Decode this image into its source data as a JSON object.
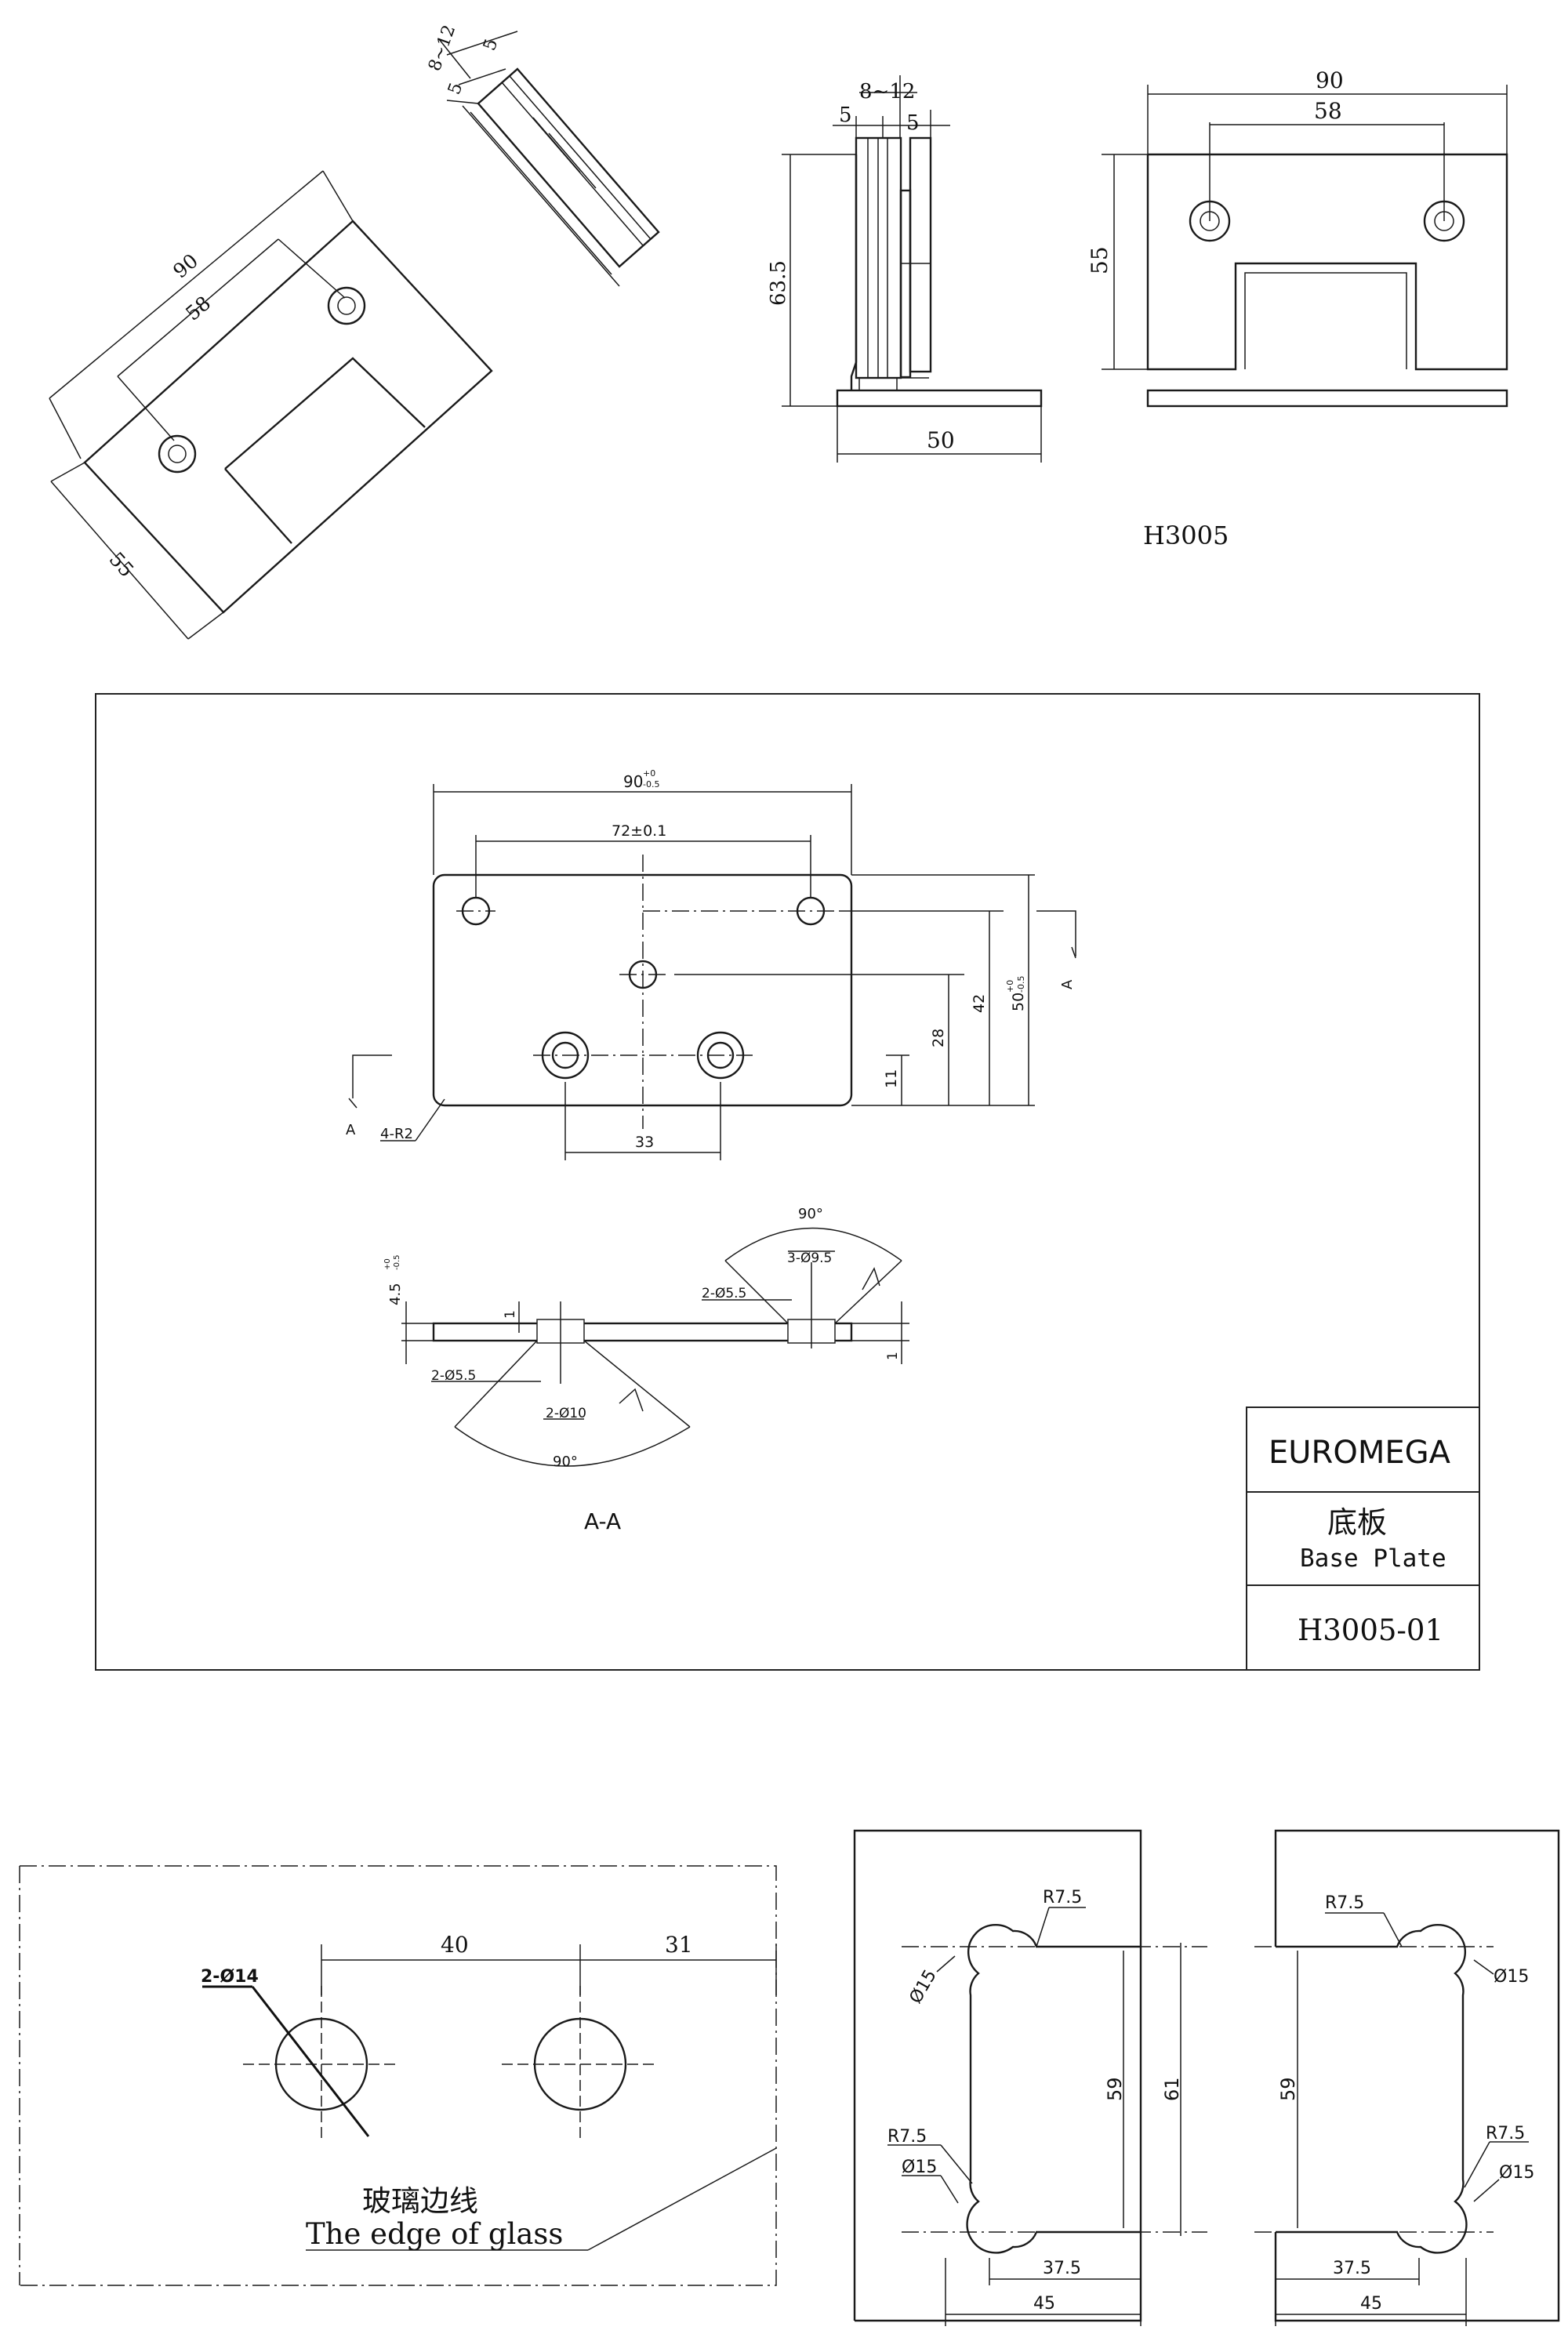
{
  "top_views": {
    "iso_dims": {
      "overall": "90",
      "holes": "58",
      "height": "55"
    },
    "side_iso_dims": {
      "glass": "8~12",
      "a": "5",
      "b": "5"
    },
    "side_view": {
      "glass": "8~12",
      "left": "5",
      "right": "5",
      "height": "63.5",
      "base": "50"
    },
    "front_view": {
      "overall": "90",
      "holes": "58",
      "height": "55"
    },
    "model": "H3005"
  },
  "base_plate": {
    "width": "90",
    "width_tol_hi": "+0",
    "width_tol_lo": "-0.5",
    "hole_span": "72±0.1",
    "h11": "11",
    "h28": "28",
    "h42": "42",
    "height": "50",
    "height_tol_hi": "+0",
    "height_tol_lo": "-0.5",
    "cs_span": "33",
    "corner": "4-R2",
    "sec_a_left": "A",
    "sec_a_right": "A",
    "thk": "4.5",
    "thk_tol_hi": "+0",
    "thk_tol_lo": "-0.5",
    "thk1_left": "1",
    "thk1_right": "1",
    "angle_top": "90°",
    "hole_3": "3-Ø9.5",
    "cs_top": "2-Ø5.5",
    "cs_bottom": "2-Ø5.5",
    "cs_d10": "2-Ø10",
    "angle_bottom": "90°",
    "section_label": "A-A"
  },
  "title_block": {
    "company": "EUROMEGA",
    "name_cn": "底板",
    "name_en": "Base Plate",
    "part_no": "H3005-01"
  },
  "glass_cutout": {
    "holes": "2-Ø14",
    "d40": "40",
    "d31": "31",
    "edge_cn": "玻璃边线",
    "edge_en": "The edge of glass"
  },
  "notch_left": {
    "r_top": "R7.5",
    "d_top": "Ø15",
    "r_bot": "R7.5",
    "d_bot": "Ø15",
    "h59": "59",
    "h61": "61",
    "w37": "37.5",
    "w45": "45"
  },
  "notch_right": {
    "r_top": "R7.5",
    "d_top": "Ø15",
    "r_bot": "R7.5",
    "d_bot": "Ø15",
    "h59": "59",
    "w37": "37.5",
    "w45": "45"
  }
}
